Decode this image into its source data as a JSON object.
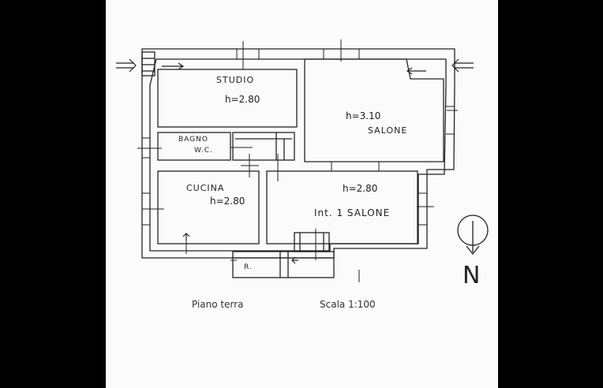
{
  "rooms": {
    "studio": {
      "name": "STUDIO",
      "height": "h=2.80"
    },
    "salone_upper": {
      "name": "SALONE",
      "height": "h=3.10"
    },
    "bagno": {
      "name": "BAGNO",
      "sub": "W.C."
    },
    "cucina": {
      "name": "CUCINA",
      "height": "h=2.80"
    },
    "salone_lower": {
      "name": "Int. 1  SALONE",
      "height": "h=2.80"
    },
    "ripostiglio": {
      "name": "R."
    }
  },
  "caption": {
    "floor": "Piano terra",
    "scale": "Scala 1:100"
  },
  "compass": {
    "label": "N"
  },
  "colors": {
    "ink": "#222222",
    "paper": "#fbfbfb",
    "background": "#000000"
  }
}
